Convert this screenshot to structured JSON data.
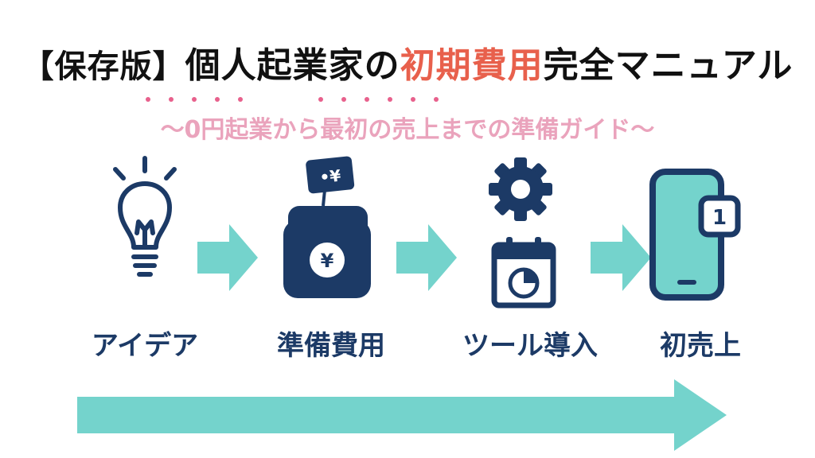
{
  "title": {
    "bracket_text": "【保存版】",
    "prefix": "個人起業家の",
    "highlight": "初期費用",
    "suffix": "完全マニュアル"
  },
  "subtitle": "～0円起業から最初の売上までの準備ガイド～",
  "steps": [
    {
      "label": "アイデア",
      "icon": "lightbulb-icon"
    },
    {
      "label": "準備費用",
      "icon": "wallet-icon"
    },
    {
      "label": "ツール導入",
      "icon": "gear-calendar-icon"
    },
    {
      "label": "初売上",
      "icon": "smartphone-icon"
    }
  ],
  "icons": {
    "price_tag_text": "•¥",
    "coin_text": "¥",
    "phone_badge_text": "1"
  },
  "colors": {
    "navy": "#1c3a66",
    "teal": "#74d3cc",
    "highlight": "#e8604c",
    "subtitle": "#eaa3bc",
    "dots": "#e8608c"
  }
}
